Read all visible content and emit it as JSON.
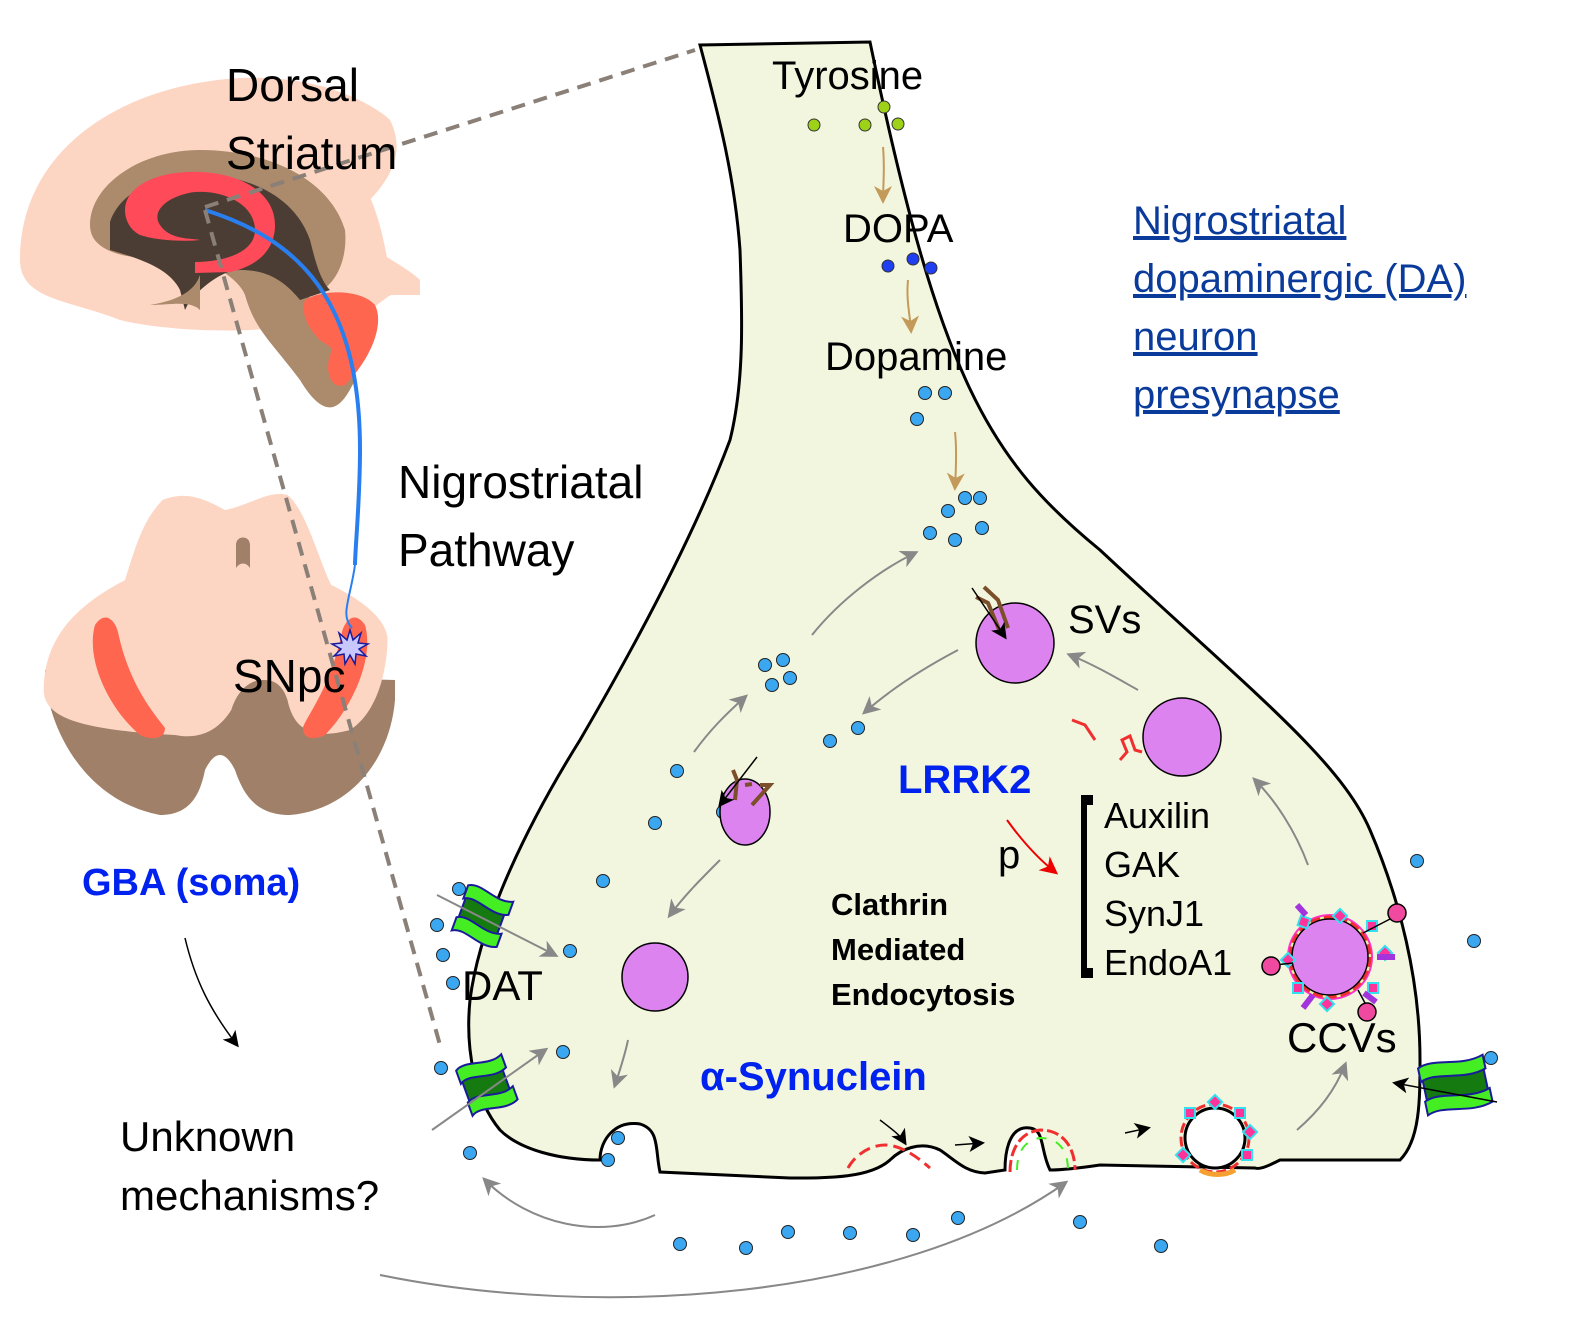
{
  "brain": {
    "dorsal_striatum_line1": "Dorsal",
    "dorsal_striatum_line2": "Striatum",
    "pathway_line1": "Nigrostriatal",
    "pathway_line2": "Pathway",
    "snpc": "SNpc"
  },
  "left_panel": {
    "gba": "GBA (soma)",
    "unknown_line1": "Unknown",
    "unknown_line2": "mechanisms?"
  },
  "neuron": {
    "title_lines": [
      "Nigrostriatal ",
      "dopaminergic (DA)",
      "neuron ",
      "presynapse"
    ],
    "tyrosine": "Tyrosine",
    "dopa": "DOPA",
    "dopamine": "Dopamine",
    "svs": "SVs",
    "lrrk2": "LRRK2",
    "phospho": "p",
    "targets": [
      "Auxilin",
      "GAK",
      "SynJ1",
      "EndoA1"
    ],
    "cme_lines": [
      "Clathrin",
      "Mediated",
      "Endocytosis"
    ],
    "dat": "DAT",
    "synuclein": "α-Synuclein",
    "ccvs": "CCVs"
  },
  "colors": {
    "skin": "#fdd6c3",
    "brown": "#ac8a6c",
    "dark_brown": "#4b3d33",
    "striatum_red": "#ff4a5a",
    "snpc_red": "#ff6650",
    "pathway_blue": "#2a7ff0",
    "cytoplasm": "#f3f6df",
    "dopamine_dot": "#3aa7f0",
    "dopa_dot": "#1f3ff0",
    "tyrosine_dot": "#9ed219",
    "vesicle": "#dd83f0",
    "accent_blue": "#0022ee",
    "link_blue": "#0a3a9a",
    "arrow_gray": "#888888",
    "arrow_tan": "#c49a5a",
    "dat_light": "#44ee22",
    "dat_dark": "#157a10"
  }
}
